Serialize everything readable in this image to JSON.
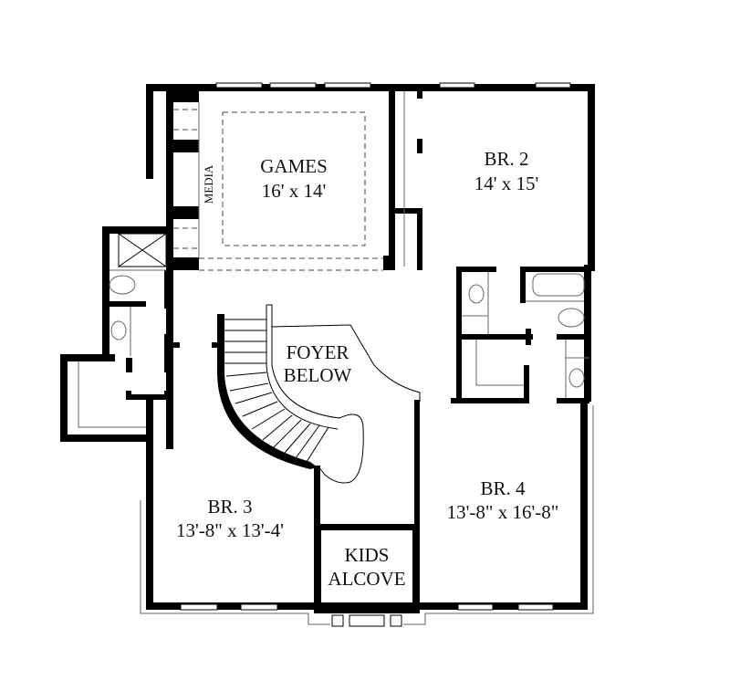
{
  "plan": {
    "rooms": [
      {
        "id": "games",
        "name": "GAMES",
        "size": "16' x 14'"
      },
      {
        "id": "media",
        "name": "MEDIA"
      },
      {
        "id": "br2",
        "name": "BR. 2",
        "size": "14' x 15'"
      },
      {
        "id": "foyer",
        "name": "FOYER",
        "sub": "BELOW"
      },
      {
        "id": "br3",
        "name": "BR. 3",
        "size": "13'-8\" x 13'-4'"
      },
      {
        "id": "br4",
        "name": "BR. 4",
        "size": "13'-8\" x 16'-8\""
      },
      {
        "id": "kids",
        "name": "KIDS",
        "sub": "ALCOVE"
      }
    ],
    "colors": {
      "wall": "#000000",
      "background": "#ffffff",
      "fixture": "#666666"
    }
  }
}
